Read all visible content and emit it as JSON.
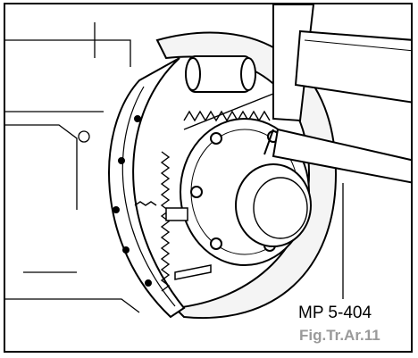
{
  "figure": {
    "tool_label": "MP 5-404",
    "figure_label": "Fig.Tr.Ar.11"
  },
  "colors": {
    "line": "#000000",
    "background": "#ffffff",
    "figure_label": "#9a9a9a"
  },
  "icons": [
    "brake-assembly-illustration",
    "hammer-icon",
    "pry-tool-icon"
  ]
}
